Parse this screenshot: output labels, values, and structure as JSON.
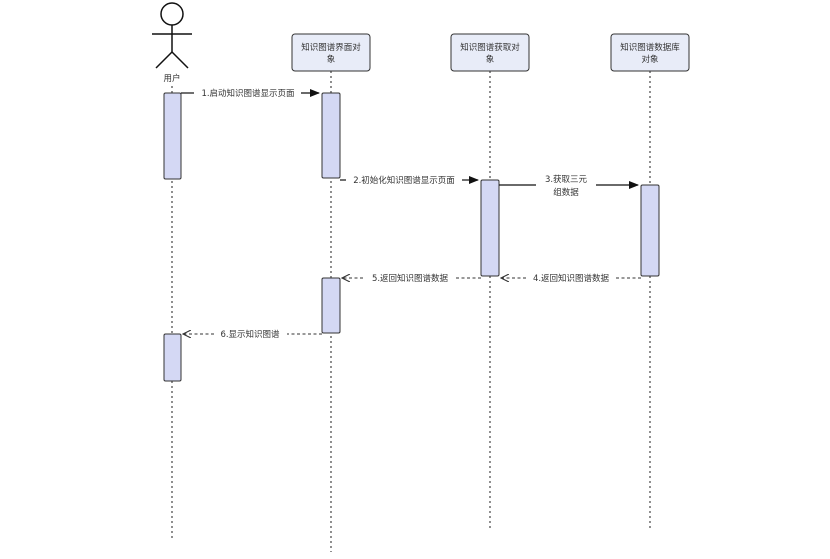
{
  "actor": {
    "label": "用户"
  },
  "objects": [
    {
      "line1": "知识图谱界面对",
      "line2": "象"
    },
    {
      "line1": "知识图谱获取对",
      "line2": "象"
    },
    {
      "line1": "知识图谱数据库",
      "line2": "对象"
    }
  ],
  "messages": [
    {
      "text": "1.启动知识图谱显示页面"
    },
    {
      "text": "2.初始化知识图谱显示页面"
    },
    {
      "line1": "3.获取三元",
      "line2": "组数据"
    },
    {
      "text": "4.返回知识图谱数据"
    },
    {
      "text": "5.返回知识图谱数据"
    },
    {
      "text": "6.显示知识图谱"
    }
  ]
}
